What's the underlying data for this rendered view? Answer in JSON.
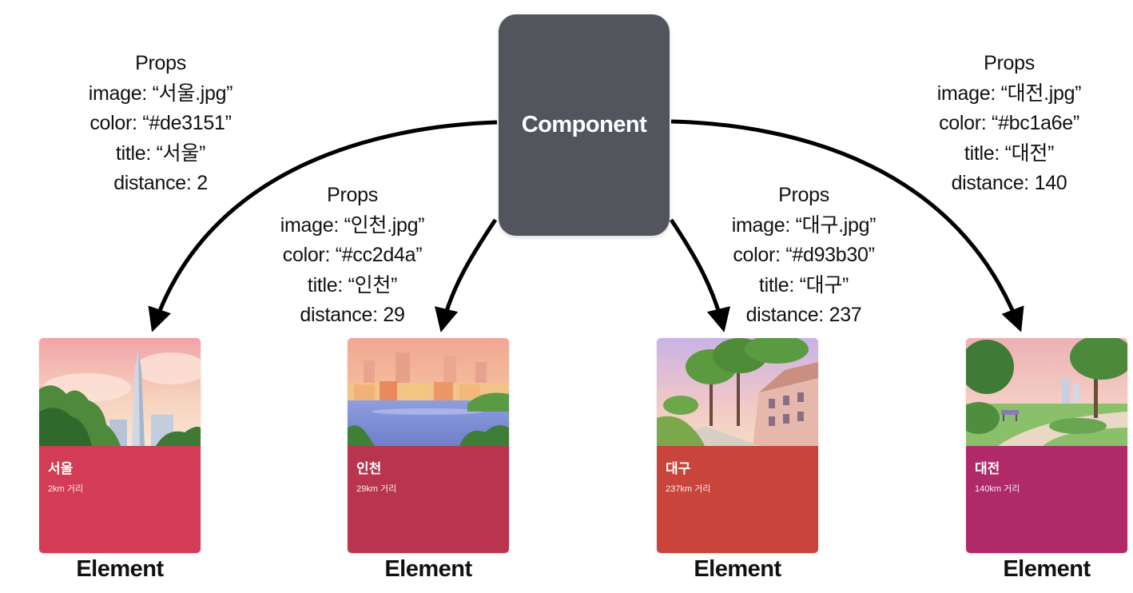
{
  "component": {
    "label": "Component",
    "box_color": "#52555c"
  },
  "props_heading": "Props",
  "element_label": "Element",
  "elements": [
    {
      "props": {
        "heading": "Props",
        "image": "image: “서울.jpg”",
        "color": "color: “#de3151”",
        "title": "title: “서울”",
        "distance": "distance: 2"
      },
      "card": {
        "title": "서울",
        "subtitle": "2km 거리",
        "color": "#d33c54",
        "image_icon": "seoul-skyline-illustration"
      },
      "label": "Element"
    },
    {
      "props": {
        "heading": "Props",
        "image": "image: “인천.jpg”",
        "color": "color: “#cc2d4a”",
        "title": "title: “인천”",
        "distance": "distance: 29"
      },
      "card": {
        "title": "인천",
        "subtitle": "29km 거리",
        "color": "#b9344e",
        "image_icon": "incheon-waterfront-illustration"
      },
      "label": "Element"
    },
    {
      "props": {
        "heading": "Props",
        "image": "image: “대구.jpg”",
        "color": "color: “#d93b30”",
        "title": "title: “대구”",
        "distance": "distance: 237"
      },
      "card": {
        "title": "대구",
        "subtitle": "237km 거리",
        "color": "#c9443a",
        "image_icon": "daegu-street-illustration"
      },
      "label": "Element"
    },
    {
      "props": {
        "heading": "Props",
        "image": "image: “대전.jpg”",
        "color": "color: “#bc1a6e”",
        "title": "title: “대전”",
        "distance": "distance: 140"
      },
      "card": {
        "title": "대전",
        "subtitle": "140km 거리",
        "color": "#b02a69",
        "image_icon": "daejeon-park-illustration"
      },
      "label": "Element"
    }
  ]
}
